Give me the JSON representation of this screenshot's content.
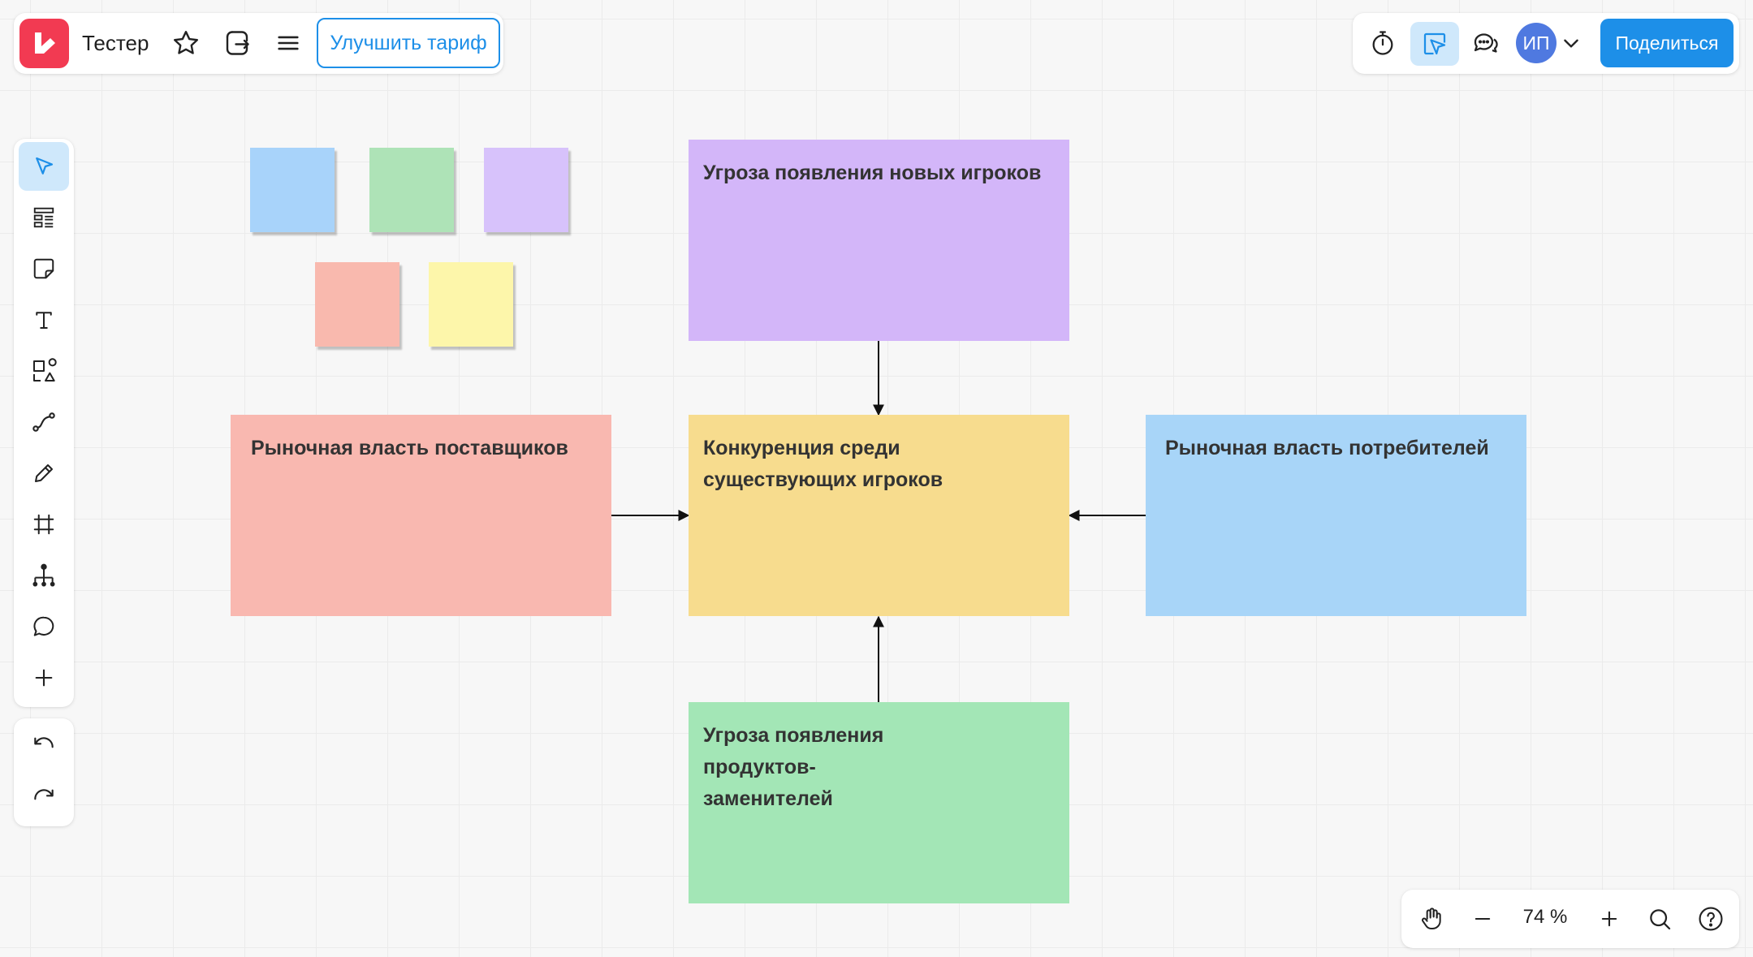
{
  "app": {
    "board_title": "Тестер",
    "upgrade_label": "Улучшить тариф",
    "share_label": "Поделиться",
    "avatar_initials": "ИП",
    "accent_color": "#1d8fe8",
    "logo_color": "#f23a52"
  },
  "zoom": {
    "value": "74 %"
  },
  "toolbar_icons": [
    "cursor-icon",
    "templates-icon",
    "sticky-note-icon",
    "text-icon",
    "shapes-icon",
    "connector-icon",
    "pen-icon",
    "frame-icon",
    "mindmap-icon",
    "comment-icon",
    "plus-icon"
  ],
  "history_icons": [
    "undo-icon",
    "redo-icon"
  ],
  "swatch_colors": [
    "#a8d3fa",
    "#aee3b7",
    "#d7c2fb",
    "#f9b9ae",
    "#fdf6aa"
  ],
  "cards": {
    "new_entrants": {
      "text": "Угроза появления новых игроков",
      "color": "#d3b6f9"
    },
    "suppliers": {
      "text": "Рыночная власть поставщиков",
      "color": "#f9b8b0"
    },
    "rivalry": {
      "text": "Конкуренция среди существующих игроков",
      "color": "#f7dc8e"
    },
    "buyers": {
      "text": "Рыночная власть потребителей",
      "color": "#a8d5f8"
    },
    "substitutes": {
      "text": "Угроза появления продуктов-заменителей",
      "color": "#a3e6b6"
    }
  }
}
